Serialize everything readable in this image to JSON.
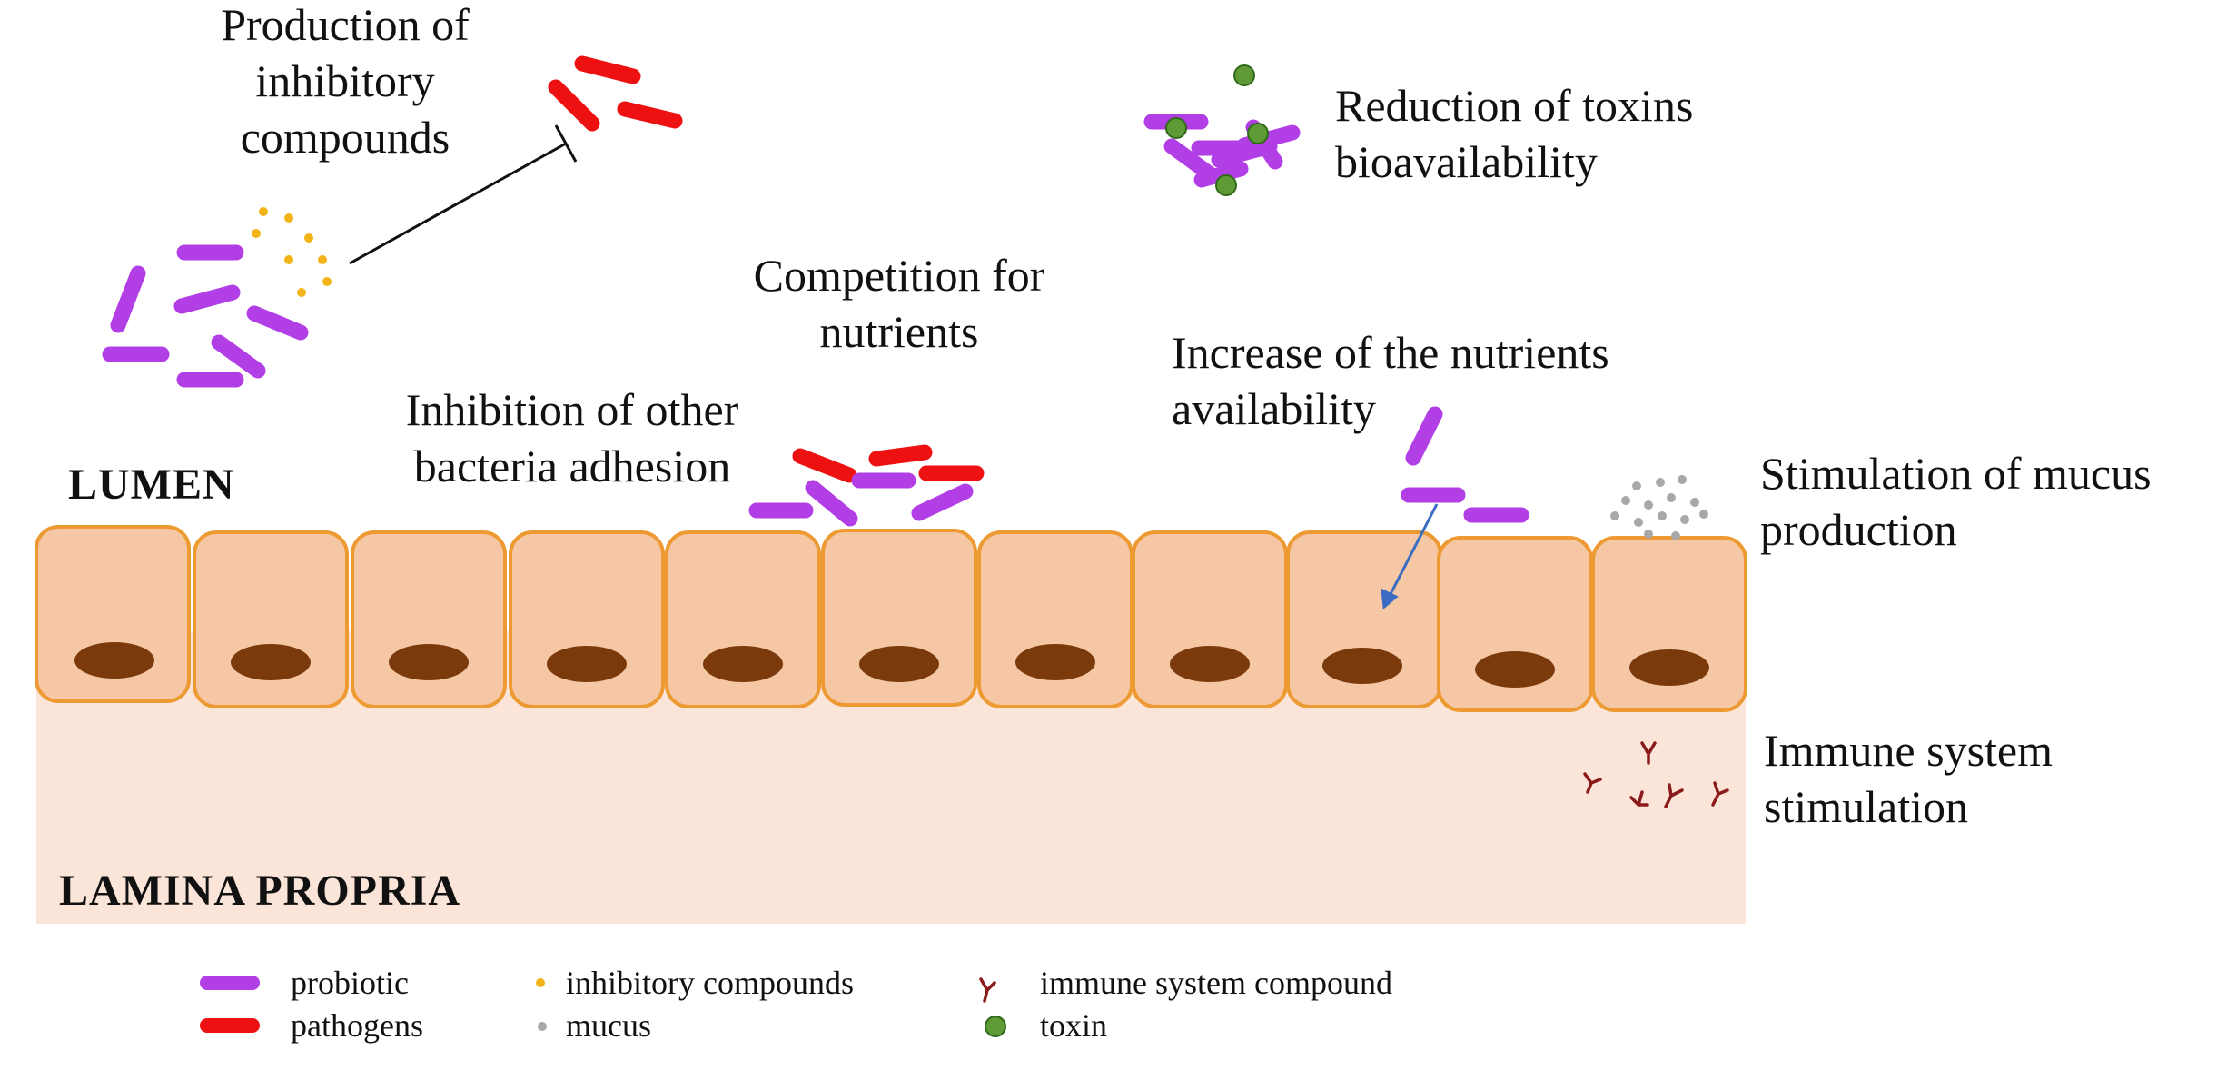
{
  "regions": {
    "lumen": "LUMEN",
    "lamina_propria": "LAMINA PROPRIA"
  },
  "mechanisms": {
    "inhibitory": {
      "line1": "Production of",
      "line2": "inhibitory",
      "line3": "compounds"
    },
    "toxins": {
      "line1": "Reduction of toxins",
      "line2": "bioavailability"
    },
    "competition": {
      "line1": "Competition for",
      "line2": "nutrients"
    },
    "adhesion": {
      "line1": "Inhibition  of other",
      "line2": "bacteria adhesion"
    },
    "nutrients": {
      "line1": "Increase  of the nutrients",
      "line2": "availability"
    },
    "mucus": {
      "line1": "Stimulation of mucus",
      "line2": "production"
    },
    "immune": {
      "line1": "Immune  system",
      "line2": "stimulation"
    }
  },
  "legend": {
    "probiotic": "probiotic",
    "pathogens": "pathogens",
    "inhibitory_compounds": "inhibitory  compounds",
    "mucus": "mucus",
    "immune_compound": "immune  system compound",
    "toxin": "toxin"
  },
  "colors": {
    "probiotic": "#b23ee6",
    "pathogen": "#ee1111",
    "inhibitory_compound": "#f2b418",
    "mucus": "#a8a8a8",
    "immune_compound": "#8b1a1a",
    "toxin": "#5e9a36",
    "cell_fill": "#f6c7a4",
    "cell_border": "#ee9a32",
    "nucleus": "#7a3a0c",
    "lamina_propria": "#fbe5d8"
  }
}
